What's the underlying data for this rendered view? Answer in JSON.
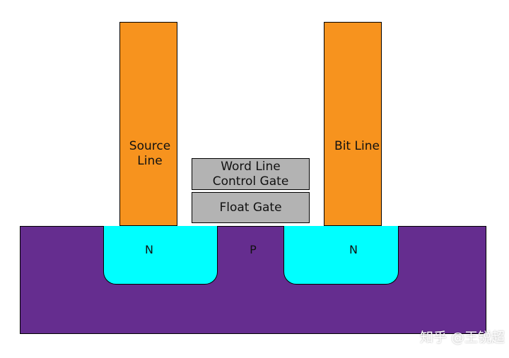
{
  "diagram": {
    "pillars": {
      "source": {
        "line1": "Source",
        "line2": "Line"
      },
      "bit": {
        "label": "Bit Line"
      }
    },
    "gates": {
      "control": {
        "line1": "Word Line",
        "line2": "Control Gate"
      },
      "float": {
        "label": "Float Gate"
      }
    },
    "regions": {
      "left_well": "N",
      "substrate": "P",
      "right_well": "N"
    },
    "colors": {
      "substrate": "#652d8f",
      "well": "#00ffff",
      "pillar": "#f7931e",
      "gate": "#b3b3b3"
    }
  },
  "watermark": {
    "text": "知乎 @王锐超"
  }
}
